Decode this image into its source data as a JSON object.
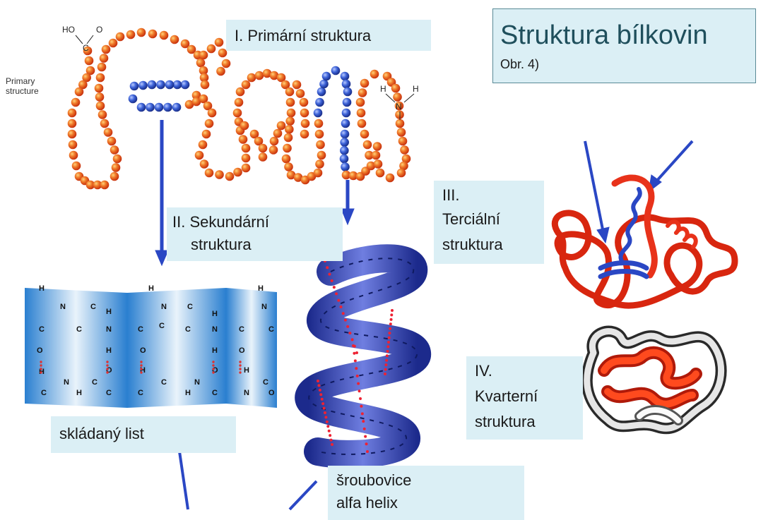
{
  "title": "Struktura bílkovin",
  "title_note": "Obr. 4)",
  "primary_label": "I. Primární struktura",
  "primary_structure_small": [
    "Primary",
    "structure"
  ],
  "secondary_label": [
    "II. Sekundární",
    "struktura"
  ],
  "tertiary_label": [
    "III.",
    "Terciální",
    "struktura"
  ],
  "quaternary_label": [
    "IV.",
    "Kvarterní",
    "struktura"
  ],
  "sheet_label": "skládaný list",
  "helix_label": [
    "šroubovice",
    "alfa helix"
  ],
  "chem": {
    "cooh": "HO",
    "o": "O",
    "c": "C",
    "n": "N",
    "h": "H"
  },
  "colors": {
    "bead_red": "#e8491d",
    "bead_blue": "#2f55c8",
    "arrow_blue": "#2a47c4",
    "box_bg": "#dbeff5",
    "title_color": "#1f4f5c",
    "sheet_blue": "#3e8fd6",
    "helix_blue": "#3440b8",
    "tertiary_red": "#e8321a",
    "quaternary_gray": "#8a8a8a"
  }
}
